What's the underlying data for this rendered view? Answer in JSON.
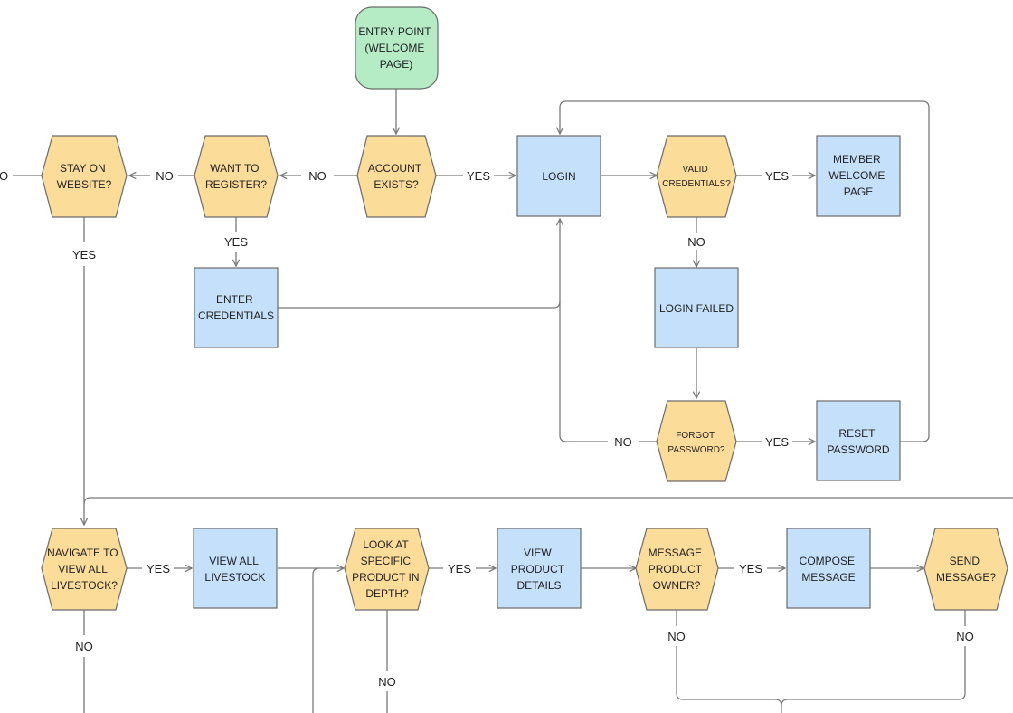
{
  "colors": {
    "start": "#b5ecc6",
    "decision": "#fbdc99",
    "process": "#c4e0fb",
    "stroke": "#6b6b6b",
    "edge": "#7a7a7a"
  },
  "nodes": {
    "entry": [
      "ENTRY POINT",
      "(WELCOME",
      "PAGE)"
    ],
    "account_exists": [
      "ACCOUNT",
      "EXISTS?"
    ],
    "want_register": [
      "WANT TO",
      "REGISTER?"
    ],
    "stay_on_website": [
      "STAY ON",
      "WEBSITE?"
    ],
    "login": [
      "LOGIN"
    ],
    "valid_credentials": [
      "VALID",
      "CREDENTIALS?"
    ],
    "member_welcome": [
      "MEMBER",
      "WELCOME",
      "PAGE"
    ],
    "enter_credentials": [
      "ENTER",
      "CREDENTIALS"
    ],
    "login_failed": [
      "LOGIN FAILED"
    ],
    "forgot_password": [
      "FORGOT",
      "PASSWORD?"
    ],
    "reset_password": [
      "RESET",
      "PASSWORD"
    ],
    "navigate_livestock": [
      "NAVIGATE TO",
      "VIEW ALL",
      "LIVESTOCK?"
    ],
    "view_all_livestock": [
      "VIEW ALL",
      "LIVESTOCK"
    ],
    "look_at_product": [
      "LOOK AT",
      "SPECIFIC",
      "PRODUCT IN",
      "DEPTH?"
    ],
    "view_product_details": [
      "VIEW",
      "PRODUCT",
      "DETAILS"
    ],
    "message_owner": [
      "MESSAGE",
      "PRODUCT",
      "OWNER?"
    ],
    "compose_message": [
      "COMPOSE",
      "MESSAGE"
    ],
    "send_message": [
      "SEND",
      "MESSAGE?"
    ]
  },
  "edge_labels": {
    "yes": "YES",
    "no": "NO",
    "no_cut": "O"
  }
}
